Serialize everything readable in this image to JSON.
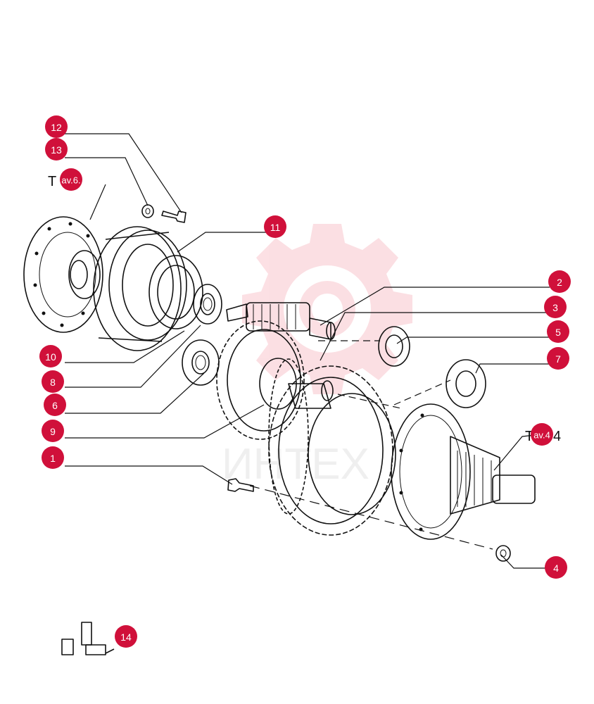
{
  "callouts": [
    {
      "id": "c1",
      "label": "1"
    },
    {
      "id": "c2",
      "label": "2"
    },
    {
      "id": "c3",
      "label": "3"
    },
    {
      "id": "c4",
      "label": "4"
    },
    {
      "id": "c5",
      "label": "5"
    },
    {
      "id": "c6",
      "label": "6"
    },
    {
      "id": "c7",
      "label": "7"
    },
    {
      "id": "c8",
      "label": "8"
    },
    {
      "id": "c9",
      "label": "9"
    },
    {
      "id": "c10",
      "label": "10"
    },
    {
      "id": "c11",
      "label": "11"
    },
    {
      "id": "c12",
      "label": "12"
    },
    {
      "id": "c13",
      "label": "13"
    },
    {
      "id": "c14",
      "label": "14"
    }
  ],
  "references": {
    "tav6": {
      "prefix": "T",
      "badge": "av.6."
    },
    "tav44": {
      "prefix": "T",
      "badge": "av.4",
      "suffix": "4"
    }
  },
  "watermark": {
    "text": "ИНТЕХ",
    "color": "#e8132f"
  },
  "colors": {
    "callout": "#d0103a",
    "ink": "#111111"
  }
}
